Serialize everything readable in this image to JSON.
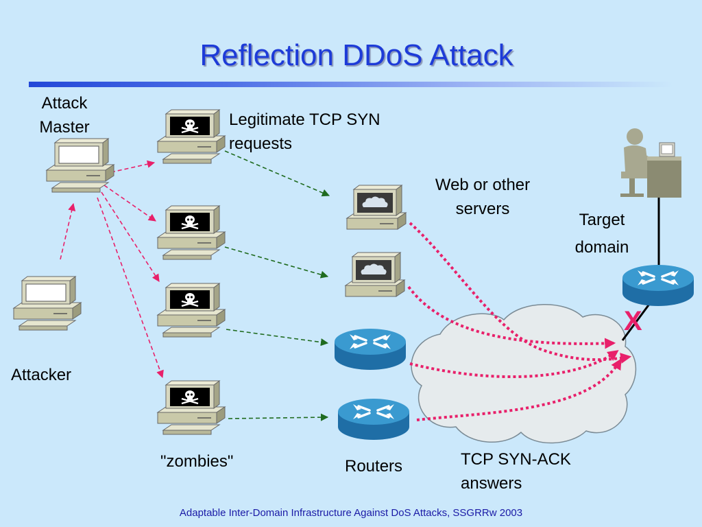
{
  "title": "Reflection DDoS Attack",
  "labels": {
    "attack_master": [
      "Attack",
      "Master"
    ],
    "attacker": "Attacker",
    "legit_syn": [
      "Legitimate TCP SYN",
      "requests"
    ],
    "web_servers": [
      "Web or other",
      "servers"
    ],
    "target_domain": [
      "Target",
      "domain"
    ],
    "zombies": "\"zombies\"",
    "routers": "Routers",
    "syn_ack": [
      "TCP SYN-ACK",
      "answers"
    ],
    "blocked_mark": "X"
  },
  "footer": "Adaptable Inter-Domain Infrastructure Against DoS Attacks, SSGRRw 2003",
  "colors": {
    "title": "#1d3bd8",
    "background": "#cbe8fb",
    "attack_arrow": "#e8206a",
    "reflection_arrow": "#2a8a2a",
    "syn_ack_arrow": "#e8206a",
    "blocked_mark": "#e8206a",
    "router": "#2f8fc0",
    "footer": "#1a1aa6"
  },
  "icons": [
    "pc-icon",
    "pirate-pc-icon",
    "server-icon",
    "router-icon",
    "user-at-desk-icon",
    "cloud-icon"
  ]
}
